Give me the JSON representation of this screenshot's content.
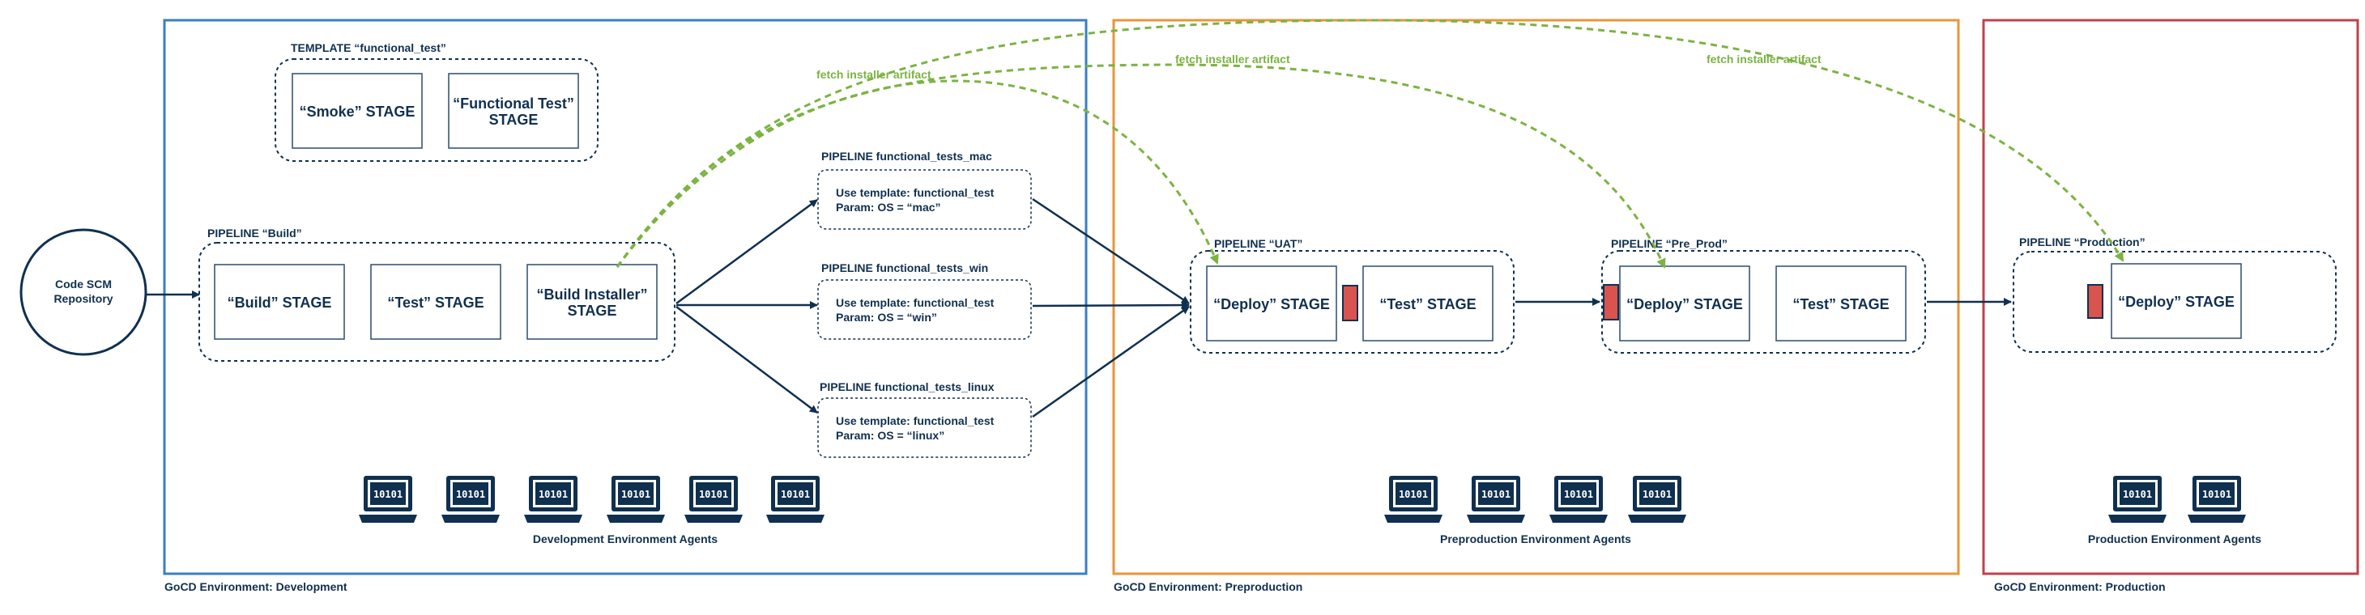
{
  "source": {
    "label_line1": "Code SCM",
    "label_line2": "Repository"
  },
  "environments": {
    "dev": {
      "label": "GoCD Environment: Development",
      "color": "#3a7fc1",
      "agents_label": "Development Environment Agents"
    },
    "preprod": {
      "label": "GoCD Environment: Preproduction",
      "color": "#e8953a",
      "agents_label": "Preproduction Environment Agents"
    },
    "prod": {
      "label": "GoCD Environment: Production",
      "color": "#c0424a",
      "agents_label": "Production Environment Agents"
    }
  },
  "template": {
    "label": "TEMPLATE “functional_test”",
    "stage1": "“Smoke” STAGE",
    "stage2_line1": "“Functional Test”",
    "stage2_line2": "STAGE"
  },
  "build": {
    "label": "PIPELINE “Build”",
    "stage1": "“Build” STAGE",
    "stage2": "“Test” STAGE",
    "stage3_line1": "“Build Installer”",
    "stage3_line2": "STAGE"
  },
  "functional": {
    "mac": {
      "label": "PIPELINE functional_tests_mac",
      "line1": "Use template: functional_test",
      "line2": "Param: OS = “mac”"
    },
    "win": {
      "label": "PIPELINE functional_tests_win",
      "line1": "Use template: functional_test",
      "line2": "Param: OS = “win”"
    },
    "linux": {
      "label": "PIPELINE functional_tests_linux",
      "line1": "Use template: functional_test",
      "line2": "Param: OS = “linux”"
    }
  },
  "uat": {
    "label": "PIPELINE “UAT”",
    "stage1": "“Deploy” STAGE",
    "stage2": "“Test” STAGE"
  },
  "preprod_pipeline": {
    "label": "PIPELINE “Pre_Prod”",
    "stage1": "“Deploy” STAGE",
    "stage2": "“Test” STAGE"
  },
  "production": {
    "label": "PIPELINE “Production”",
    "stage1": "“Deploy” STAGE"
  },
  "artifact": {
    "label": "fetch installer artifact"
  },
  "agent_icon_text": "10101",
  "colors": {
    "navy": "#10304f",
    "green": "#7cb342",
    "gate": "#d9534f"
  }
}
